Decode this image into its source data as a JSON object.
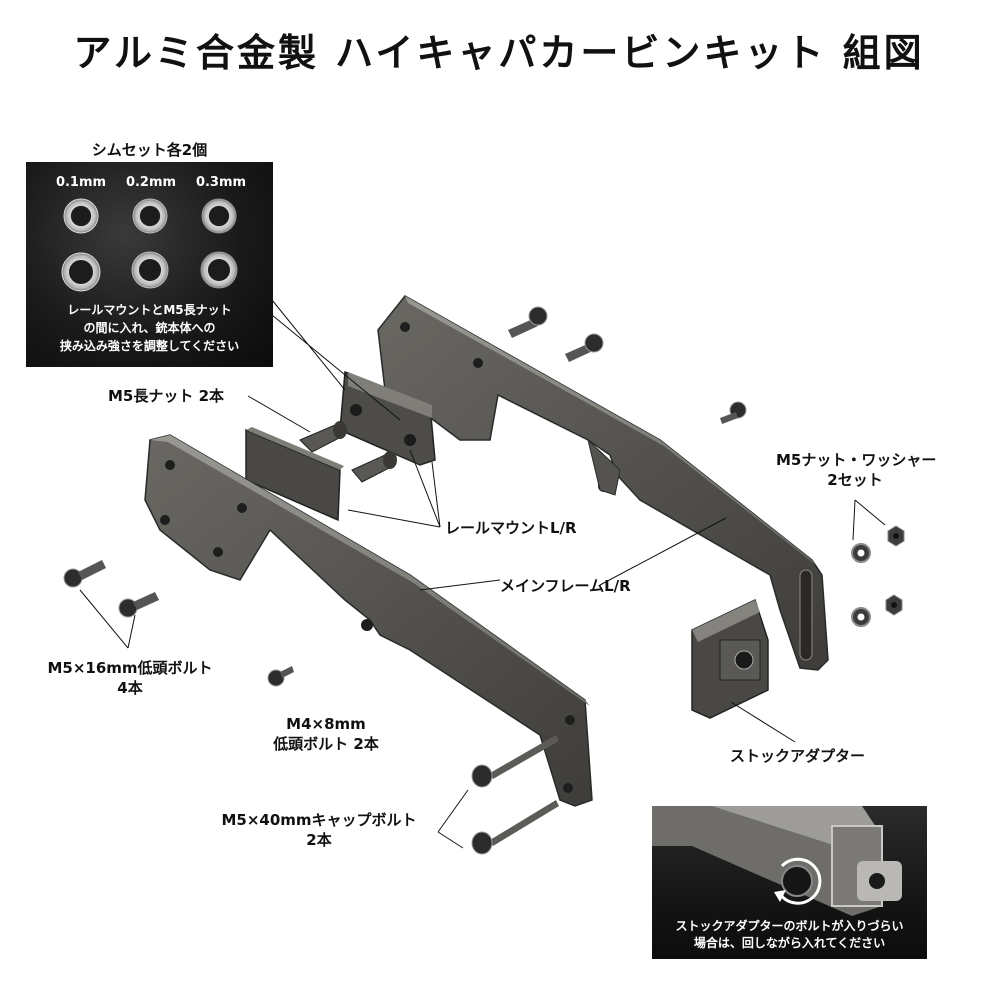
{
  "title": "アルミ合金製 ハイキャパカービンキット 組図",
  "shim_inset": {
    "heading": "シムセット各2個",
    "sizes": [
      "0.1mm",
      "0.2mm",
      "0.3mm"
    ],
    "note_lines": [
      "レールマウントとM5長ナット",
      "の間に入れ、銃本体への",
      "挟み込み強さを調整してください"
    ]
  },
  "labels": {
    "m5_long_nut": "M5長ナット 2本",
    "rail_mount": "レールマウントL/R",
    "main_frame": "メインフレームL/R",
    "m5_nut_washer_1": "M5ナット・ワッシャー",
    "m5_nut_washer_2": "2セット",
    "m5x16_1": "M5×16mm低頭ボルト",
    "m5x16_2": "4本",
    "m4x8_1": "M4×8mm",
    "m4x8_2": "低頭ボルト 2本",
    "m5x40_1": "M5×40mmキャップボルト",
    "m5x40_2": "2本",
    "stock_adapter": "ストックアダプター"
  },
  "photo_inset": {
    "note_lines": [
      "ストックアダプターのボルトが入りづらい",
      "場合は、回しながら入れてください"
    ]
  }
}
